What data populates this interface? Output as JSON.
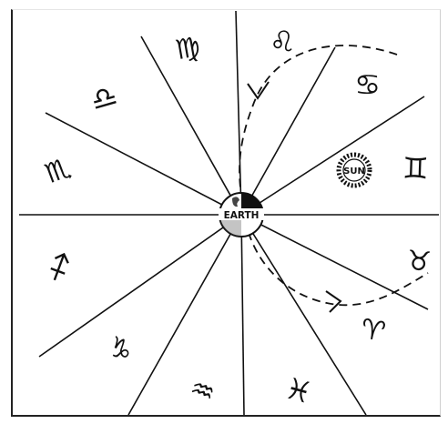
{
  "diagram": {
    "earth_label": "EARTH",
    "sun_label": "SUN",
    "signs": [
      {
        "name": "aries",
        "glyph": "♈",
        "angle": 67
      },
      {
        "name": "taurus",
        "glyph": "♉",
        "angle": 37
      },
      {
        "name": "gemini",
        "glyph": "♊",
        "angle": 13
      },
      {
        "name": "cancer",
        "glyph": "♋",
        "angle": -12
      },
      {
        "name": "leo",
        "glyph": "♌",
        "angle": -38
      },
      {
        "name": "virgo",
        "glyph": "♍",
        "angle": -67
      },
      {
        "name": "libra",
        "glyph": "♎",
        "angle": -107
      },
      {
        "name": "scorpio",
        "glyph": "♏",
        "angle": -136
      },
      {
        "name": "sagittarius",
        "glyph": "♐",
        "angle": -165
      },
      {
        "name": "capricorn",
        "glyph": "♑",
        "angle": 164
      },
      {
        "name": "aquarius",
        "glyph": "♒",
        "angle": 136
      },
      {
        "name": "pisces",
        "glyph": "♓",
        "angle": 103
      }
    ],
    "colors": {
      "ink": "#111111",
      "background": "#ffffff"
    }
  }
}
